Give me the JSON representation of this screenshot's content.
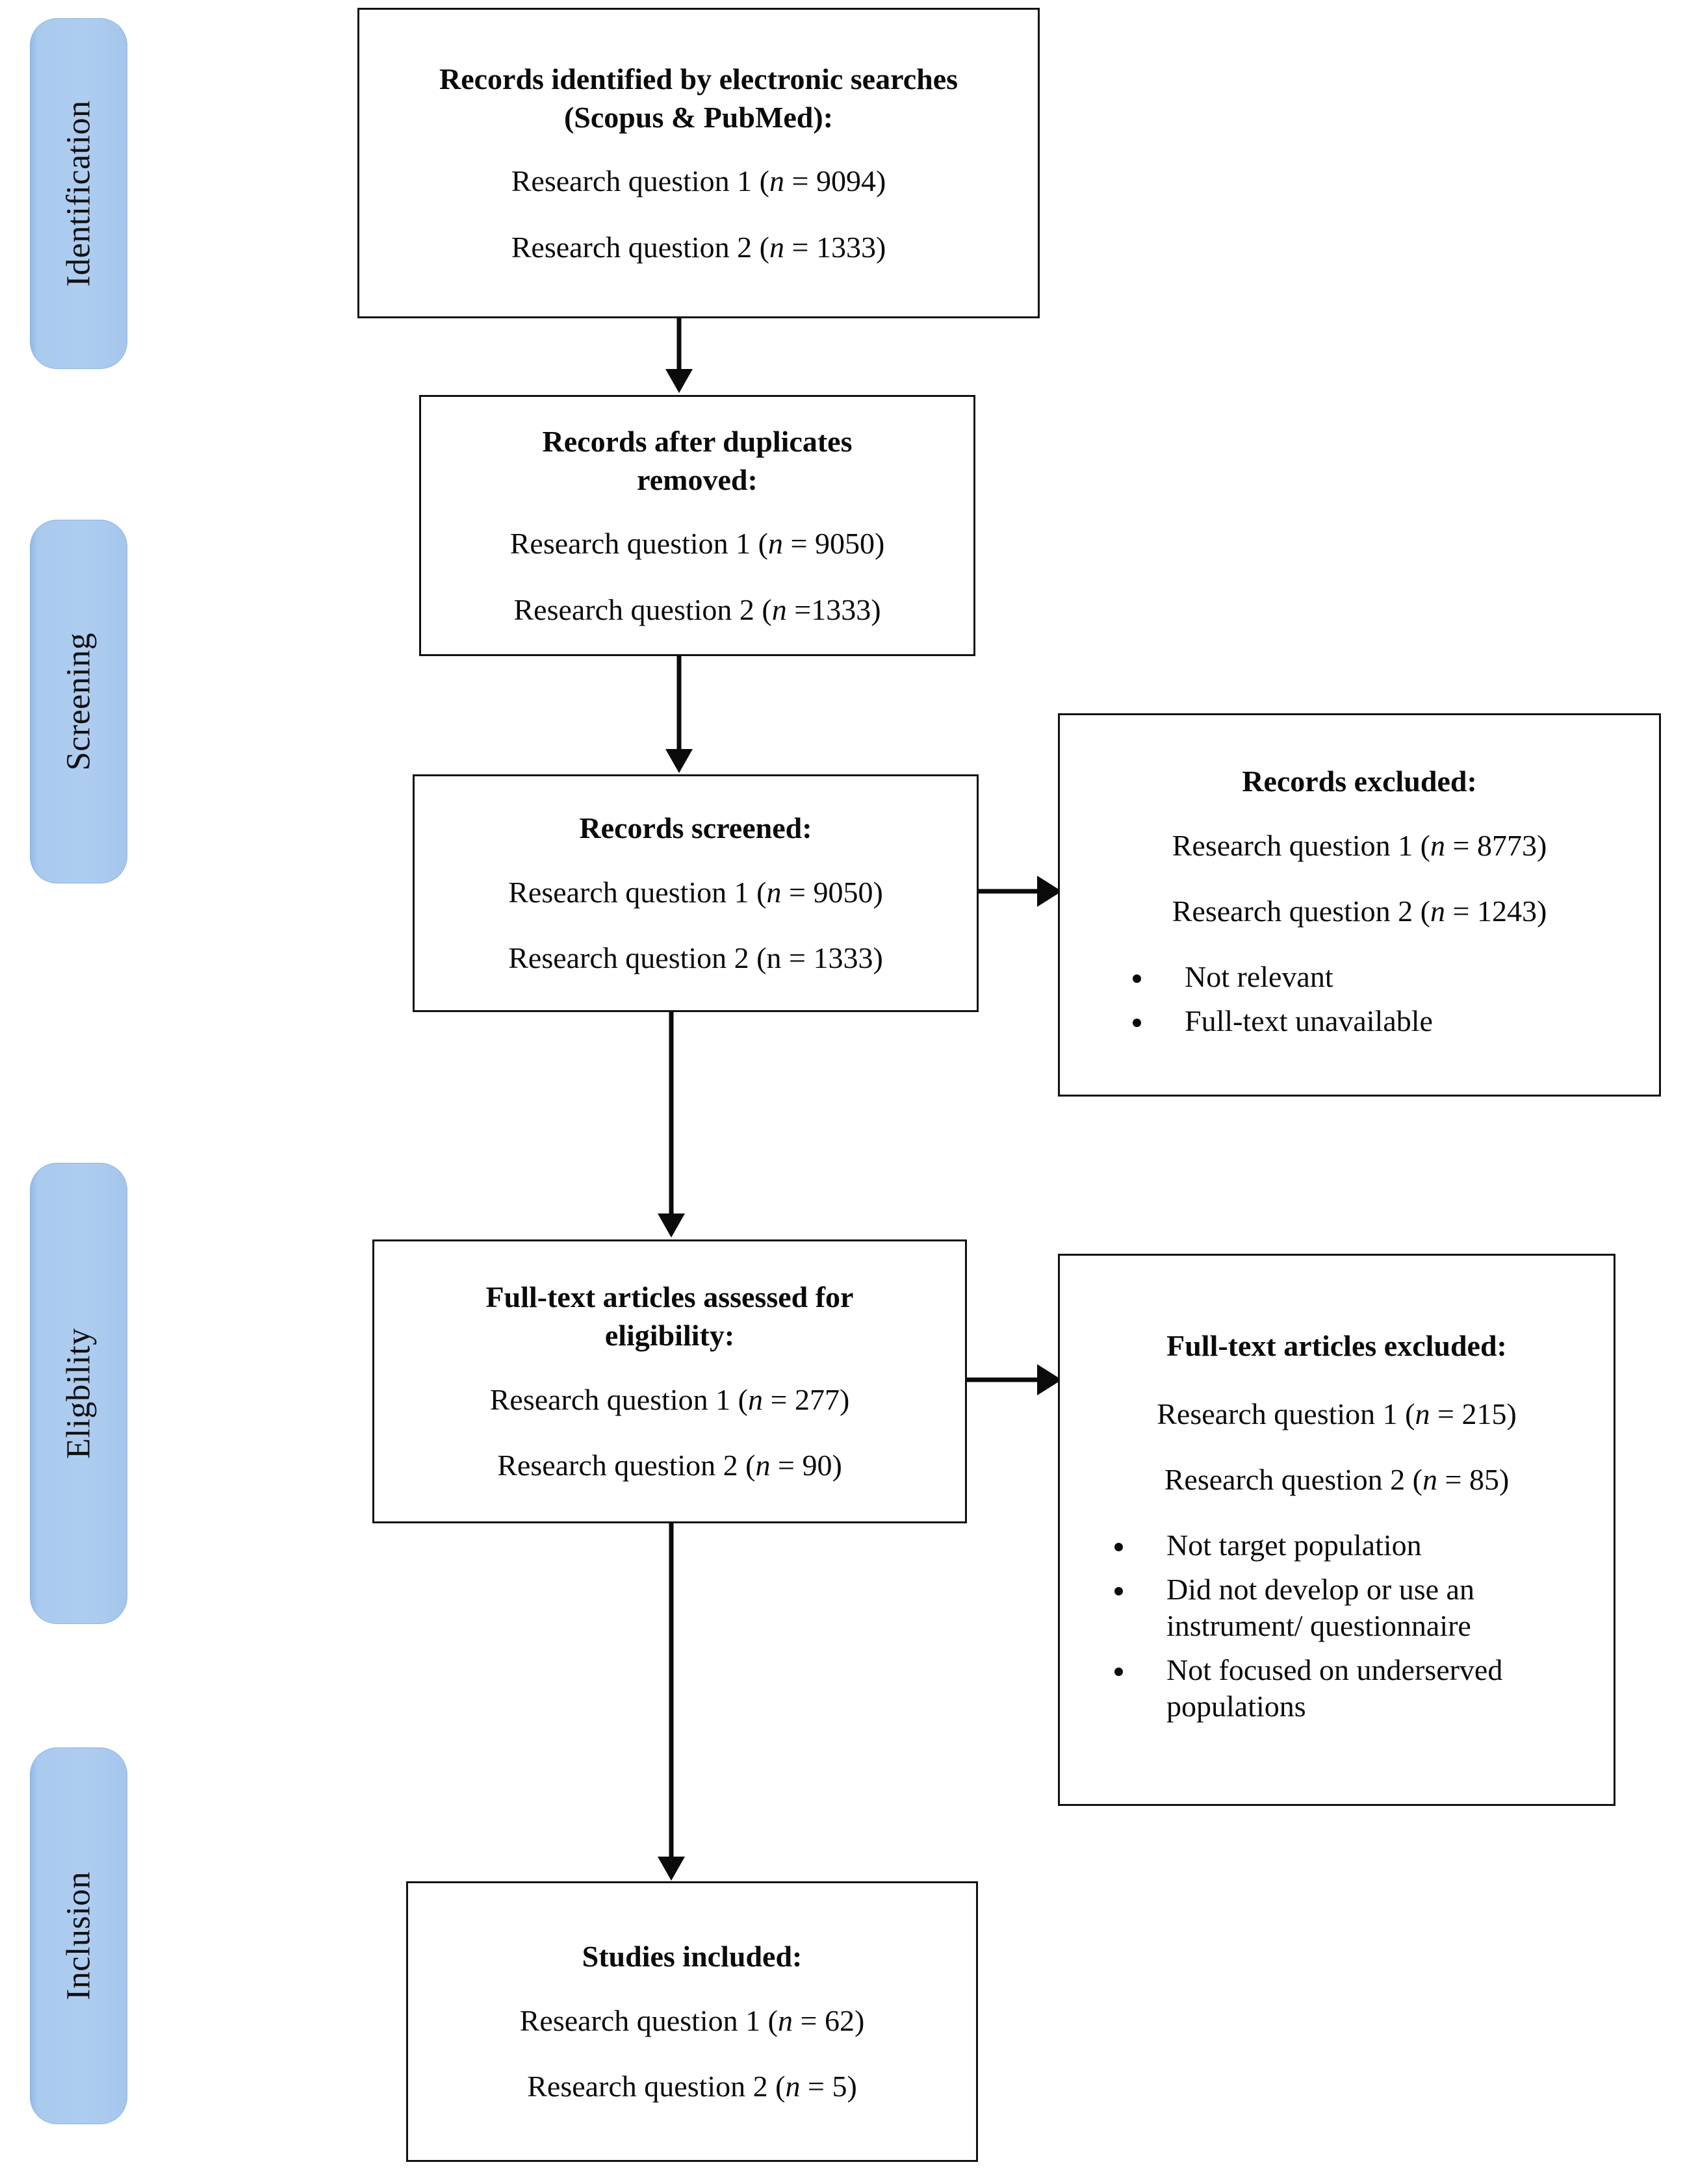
{
  "figure": {
    "type": "prisma-flow-diagram",
    "background_color": "#ffffff",
    "box_border_color": "#111111",
    "stage_pill_color": "#aecdf0"
  },
  "stages": [
    {
      "id": "identification",
      "label": "Identification"
    },
    {
      "id": "screening",
      "label": "Screening"
    },
    {
      "id": "eligibility",
      "label": "Eligbility"
    },
    {
      "id": "inclusion",
      "label": "Inclusion"
    }
  ],
  "boxes": {
    "identified": {
      "title_line1": "Records identified by electronic searches",
      "title_line2": "(Scopus & PubMed):",
      "rq1_prefix": "Research question 1 (",
      "rq1_italic": "n",
      "rq1_suffix": " = 9094)",
      "rq2_prefix": "Research question 2 (",
      "rq2_italic": "n",
      "rq2_suffix": " = 1333)"
    },
    "after_duplicates": {
      "title_line1": "Records after duplicates",
      "title_line2": "removed:",
      "rq1_prefix": "Research question 1 (",
      "rq1_italic": "n",
      "rq1_suffix": " = 9050)",
      "rq2_prefix": "Research question 2 (",
      "rq2_italic": "n",
      "rq2_suffix": " =1333)"
    },
    "screened": {
      "title_line1": "Records screened:",
      "rq1_prefix": "Research question 1 (",
      "rq1_italic": "n",
      "rq1_suffix": " = 9050)",
      "rq2_plain": "Research question 2 (n = 1333)"
    },
    "records_excluded": {
      "title_line1": "Records excluded:",
      "rq1_prefix": "Research question 1 (",
      "rq1_italic": "n",
      "rq1_suffix": " = 8773)",
      "rq2_prefix": "Research question 2 (",
      "rq2_italic": "n",
      "rq2_suffix": " = 1243)",
      "reasons": [
        "Not relevant",
        "Full-text unavailable"
      ]
    },
    "fulltext_assessed": {
      "title_line1": "Full-text articles assessed for",
      "title_line2": "eligibility:",
      "rq1_prefix": "Research question 1 (",
      "rq1_italic": "n",
      "rq1_suffix": " = 277)",
      "rq2_prefix": "Research question 2 (",
      "rq2_italic": "n",
      "rq2_suffix": " = 90)"
    },
    "fulltext_excluded": {
      "title_line1": "Full-text articles excluded:",
      "rq1_prefix": "Research question 1 (",
      "rq1_italic": "n",
      "rq1_suffix": " = 215)",
      "rq2_prefix": "Research question 2 (",
      "rq2_italic": "n",
      "rq2_suffix": " = 85)",
      "reasons": [
        "Not target population",
        "Did not develop or use an instrument/ questionnaire",
        "Not focused on underserved populations"
      ]
    },
    "studies_included": {
      "title_line1": "Studies included:",
      "rq1_prefix": "Research question 1 (",
      "rq1_italic": "n",
      "rq1_suffix": " = 62)",
      "rq2_prefix": "Research question 2 (",
      "rq2_italic": "n",
      "rq2_suffix": " = 5)"
    }
  },
  "chart_data": {
    "type": "diagram",
    "title": "PRISMA flow diagram",
    "nodes": [
      {
        "id": "identified",
        "stage": "Identification",
        "label": "Records identified by electronic searches (Scopus & PubMed)",
        "values": {
          "Research question 1": 9094,
          "Research question 2": 1333
        }
      },
      {
        "id": "after_duplicates",
        "stage": "Screening",
        "label": "Records after duplicates removed",
        "values": {
          "Research question 1": 9050,
          "Research question 2": 1333
        }
      },
      {
        "id": "screened",
        "stage": "Screening",
        "label": "Records screened",
        "values": {
          "Research question 1": 9050,
          "Research question 2": 1333
        }
      },
      {
        "id": "records_excluded",
        "stage": "Screening",
        "label": "Records excluded",
        "values": {
          "Research question 1": 8773,
          "Research question 2": 1243
        },
        "reasons": [
          "Not relevant",
          "Full-text unavailable"
        ]
      },
      {
        "id": "fulltext_assessed",
        "stage": "Eligbility",
        "label": "Full-text articles assessed for eligibility",
        "values": {
          "Research question 1": 277,
          "Research question 2": 90
        }
      },
      {
        "id": "fulltext_excluded",
        "stage": "Eligbility",
        "label": "Full-text articles excluded",
        "values": {
          "Research question 1": 215,
          "Research question 2": 85
        },
        "reasons": [
          "Not target population",
          "Did not develop or use an instrument/ questionnaire",
          "Not focused on underserved populations"
        ]
      },
      {
        "id": "studies_included",
        "stage": "Inclusion",
        "label": "Studies included",
        "values": {
          "Research question 1": 62,
          "Research question 2": 5
        }
      }
    ],
    "edges": [
      {
        "from": "identified",
        "to": "after_duplicates",
        "direction": "down"
      },
      {
        "from": "after_duplicates",
        "to": "screened",
        "direction": "down"
      },
      {
        "from": "screened",
        "to": "records_excluded",
        "direction": "right"
      },
      {
        "from": "screened",
        "to": "fulltext_assessed",
        "direction": "down"
      },
      {
        "from": "fulltext_assessed",
        "to": "fulltext_excluded",
        "direction": "right"
      },
      {
        "from": "fulltext_assessed",
        "to": "studies_included",
        "direction": "down"
      }
    ]
  }
}
